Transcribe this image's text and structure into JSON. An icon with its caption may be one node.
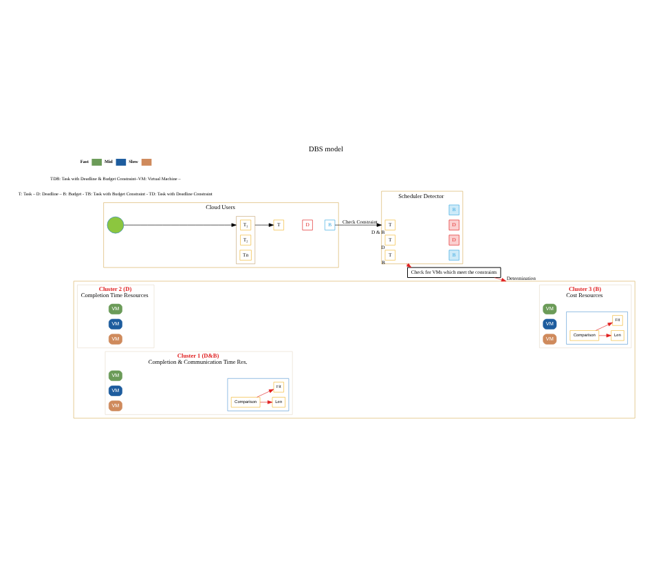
{
  "diagram": {
    "title": "DBS model",
    "nodes": [
      {
        "text": [
          "Cloud Users"
        ]
      },
      {
        "text": [],
        "shape": "person",
        "in": 0
      },
      {
        "text": [],
        "shape": "box",
        "in": 0
      },
      {
        "text": [
          "T₁"
        ],
        "in": 2
      },
      {
        "text": [
          "T₂"
        ],
        "in": 2
      },
      {
        "text": [
          "Tn"
        ],
        "in": 2
      },
      {
        "text": [
          "T"
        ],
        "in": 0
      },
      {
        "text": [
          "D"
        ],
        "in": 0
      },
      {
        "text": [
          "B"
        ],
        "in": 0
      },
      {
        "text": [
          "Scheduler Detector"
        ]
      },
      {
        "text": [
          "T"
        ],
        "in": 9,
        "beside": [
          "D & B"
        ]
      },
      {
        "text": [
          "D"
        ],
        "in": 9
      },
      {
        "text": [
          "B"
        ],
        "in": 9
      },
      {
        "text": [
          "T"
        ],
        "in": 9,
        "beside": [
          "D"
        ]
      },
      {
        "text": [
          "D"
        ],
        "in": 9
      },
      {
        "text": [
          "T"
        ],
        "in": 9,
        "beside": [
          "B"
        ]
      },
      {
        "text": [
          "B"
        ],
        "in": 9
      },
      {
        "text": [
          "Check for VMs which meet the constraints"
        ]
      },
      {
        "text": [],
        "shape": "box"
      },
      {
        "text": [
          "Cluster 3 (B)",
          "Cost Resources"
        ],
        "in": 18
      },
      {
        "text": [
          "VM"
        ],
        "in": 19
      },
      {
        "text": [
          "VM"
        ],
        "in": 19
      },
      {
        "text": [
          "VM"
        ],
        "in": 19
      },
      {
        "text": [],
        "shape": "box",
        "in": 19
      },
      {
        "text": [
          "Comparison"
        ],
        "in": 23
      },
      {
        "text": [
          "Len"
        ],
        "in": 23
      },
      {
        "text": [
          "Fit"
        ],
        "in": 23
      },
      {
        "text": [
          "Cluster 2 (D)",
          "Completion Time Resources"
        ],
        "in": 18
      },
      {
        "text": [
          "VM"
        ],
        "in": 27
      },
      {
        "text": [
          "VM"
        ],
        "in": 27
      },
      {
        "text": [
          "VM"
        ],
        "in": 27
      },
      {
        "text": [
          "Cluster 1 (D&B)",
          "Completion & Communication Time Res."
        ],
        "in": 18
      },
      {
        "text": [
          "VM"
        ],
        "in": 31
      },
      {
        "text": [
          "VM"
        ],
        "in": 31
      },
      {
        "text": [
          "VM"
        ],
        "in": 31
      },
      {
        "text": [],
        "shape": "box",
        "in": 31
      },
      {
        "text": [
          "Comparison"
        ],
        "in": 35
      },
      {
        "text": [
          "Len"
        ],
        "in": 35
      },
      {
        "text": [
          "Fit"
        ],
        "in": 35
      }
    ],
    "edges": [
      {
        "from": 1,
        "to": 2,
        "arrow": "to",
        "color": "#000000"
      },
      {
        "from": 2,
        "to": 6,
        "arrow": "to",
        "color": "#000000"
      },
      {
        "from": 8,
        "to": 9,
        "arrow": "to",
        "label": "Check Constraint",
        "color": "#000000"
      },
      {
        "from": 9,
        "to": 17,
        "arrow": "to"
      },
      {
        "from": 17,
        "to": 18,
        "arrow": "to",
        "label": "Determination"
      },
      {
        "from": 24,
        "to": 25,
        "arrow": "to"
      },
      {
        "from": 24,
        "to": 26,
        "arrow": "to"
      },
      {
        "from": 36,
        "to": 37,
        "arrow": "to"
      },
      {
        "from": 36,
        "to": 38,
        "arrow": "to"
      }
    ],
    "labels": [
      "T: Task – D: Deadline – B: Budget - TB: Task with Budget Constraint - TD: Task with Deadline Constraint",
      "TDB: Task with Deadline & Budget Constraint–VM: Virtual Machine –"
    ],
    "legend": [
      {
        "text": "Fast",
        "color": "#6b9b58"
      },
      {
        "text": "Mid",
        "color": "#1d5c9e"
      },
      {
        "text": "Slow",
        "color": "#cf8a5c"
      }
    ]
  }
}
